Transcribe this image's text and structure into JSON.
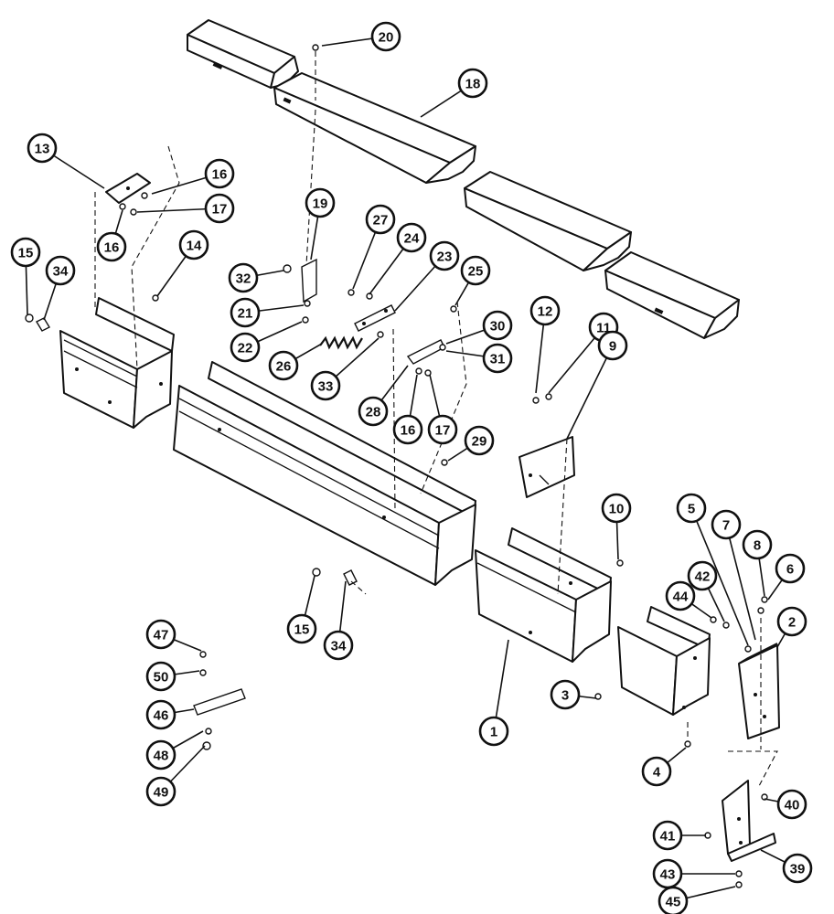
{
  "diagram": {
    "callouts": [
      {
        "id": "c20",
        "label": "20"
      },
      {
        "id": "c18",
        "label": "18"
      },
      {
        "id": "c13",
        "label": "13"
      },
      {
        "id": "c16a",
        "label": "16"
      },
      {
        "id": "c17a",
        "label": "17"
      },
      {
        "id": "c16b",
        "label": "16"
      },
      {
        "id": "c15a",
        "label": "15"
      },
      {
        "id": "c34a",
        "label": "34"
      },
      {
        "id": "c14",
        "label": "14"
      },
      {
        "id": "c19",
        "label": "19"
      },
      {
        "id": "c27",
        "label": "27"
      },
      {
        "id": "c24",
        "label": "24"
      },
      {
        "id": "c23",
        "label": "23"
      },
      {
        "id": "c25",
        "label": "25"
      },
      {
        "id": "c32",
        "label": "32"
      },
      {
        "id": "c21",
        "label": "21"
      },
      {
        "id": "c22",
        "label": "22"
      },
      {
        "id": "c26",
        "label": "26"
      },
      {
        "id": "c33",
        "label": "33"
      },
      {
        "id": "c30",
        "label": "30"
      },
      {
        "id": "c31",
        "label": "31"
      },
      {
        "id": "c28",
        "label": "28"
      },
      {
        "id": "c16c",
        "label": "16"
      },
      {
        "id": "c17b",
        "label": "17"
      },
      {
        "id": "c12",
        "label": "12"
      },
      {
        "id": "c11",
        "label": "11"
      },
      {
        "id": "c9",
        "label": "9"
      },
      {
        "id": "c29",
        "label": "29"
      },
      {
        "id": "c10",
        "label": "10"
      },
      {
        "id": "c5",
        "label": "5"
      },
      {
        "id": "c7",
        "label": "7"
      },
      {
        "id": "c8",
        "label": "8"
      },
      {
        "id": "c6",
        "label": "6"
      },
      {
        "id": "c42",
        "label": "42"
      },
      {
        "id": "c44",
        "label": "44"
      },
      {
        "id": "c2",
        "label": "2"
      },
      {
        "id": "c15b",
        "label": "15"
      },
      {
        "id": "c34b",
        "label": "34"
      },
      {
        "id": "c47",
        "label": "47"
      },
      {
        "id": "c50",
        "label": "50"
      },
      {
        "id": "c46",
        "label": "46"
      },
      {
        "id": "c48",
        "label": "48"
      },
      {
        "id": "c49",
        "label": "49"
      },
      {
        "id": "c3",
        "label": "3"
      },
      {
        "id": "c1",
        "label": "1"
      },
      {
        "id": "c4",
        "label": "4"
      },
      {
        "id": "c40",
        "label": "40"
      },
      {
        "id": "c41",
        "label": "41"
      },
      {
        "id": "c39",
        "label": "39"
      },
      {
        "id": "c43",
        "label": "43"
      },
      {
        "id": "c45",
        "label": "45"
      }
    ]
  }
}
